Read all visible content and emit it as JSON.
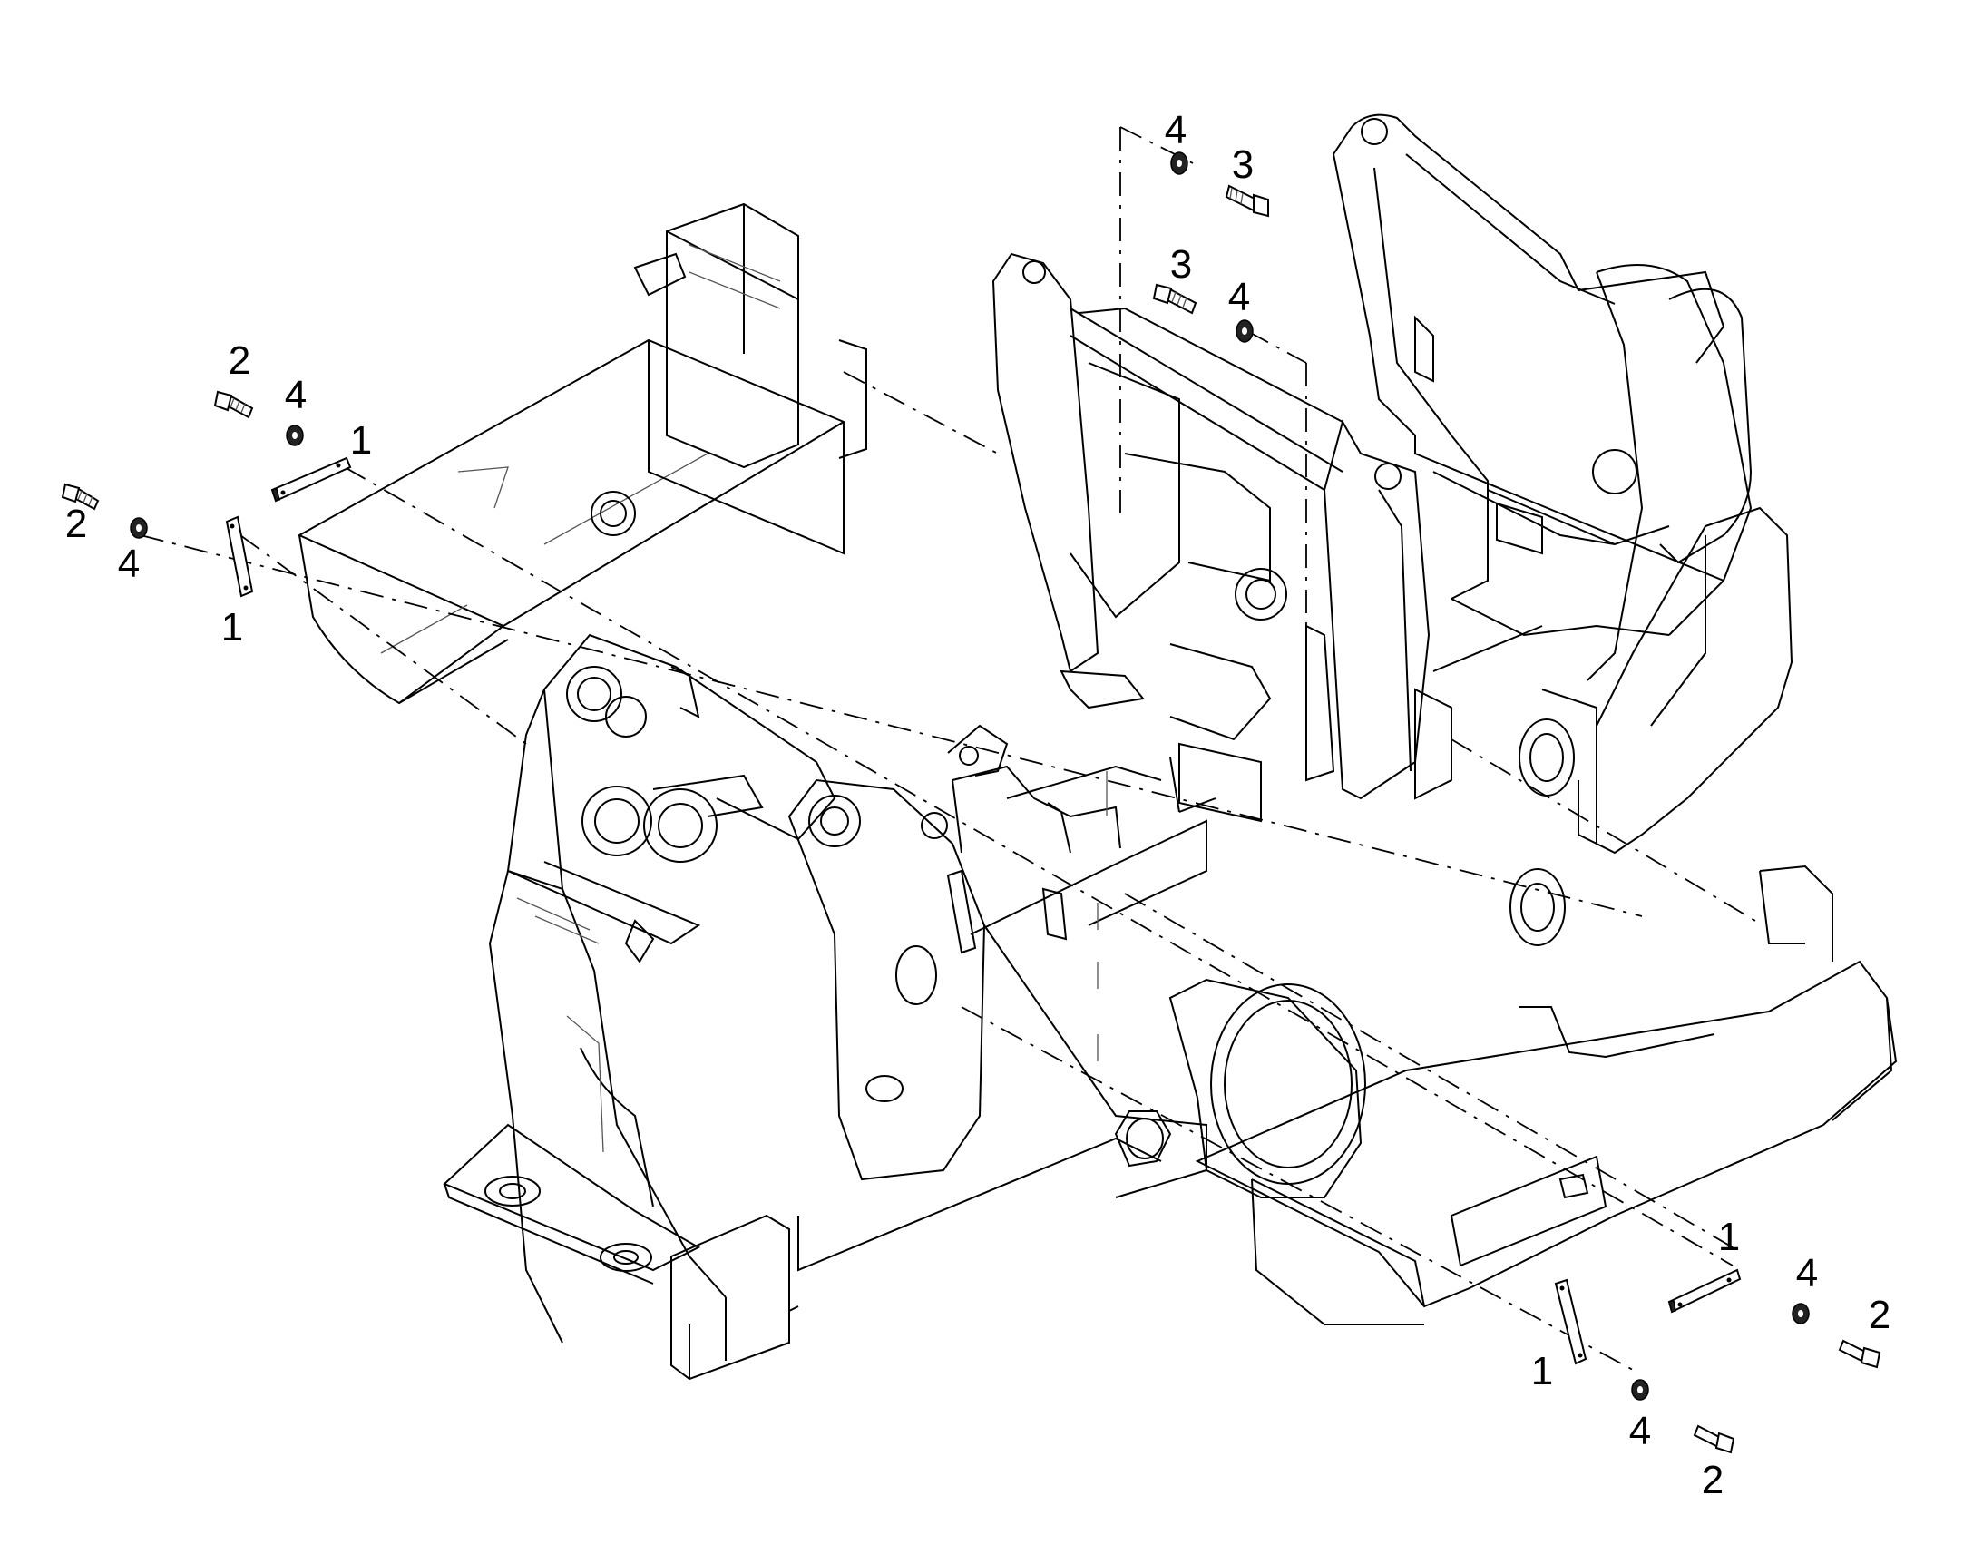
{
  "callouts": [
    {
      "id": "c1",
      "text": "4"
    },
    {
      "id": "c2",
      "text": "3"
    },
    {
      "id": "c3",
      "text": "3"
    },
    {
      "id": "c4",
      "text": "4"
    },
    {
      "id": "c5",
      "text": "2"
    },
    {
      "id": "c6",
      "text": "4"
    },
    {
      "id": "c7",
      "text": "1"
    },
    {
      "id": "c8",
      "text": "2"
    },
    {
      "id": "c9",
      "text": "4"
    },
    {
      "id": "c10",
      "text": "1"
    },
    {
      "id": "c11",
      "text": "1"
    },
    {
      "id": "c12",
      "text": "4"
    },
    {
      "id": "c13",
      "text": "2"
    },
    {
      "id": "c14",
      "text": "1"
    },
    {
      "id": "c15",
      "text": "4"
    },
    {
      "id": "c16",
      "text": "2"
    }
  ]
}
